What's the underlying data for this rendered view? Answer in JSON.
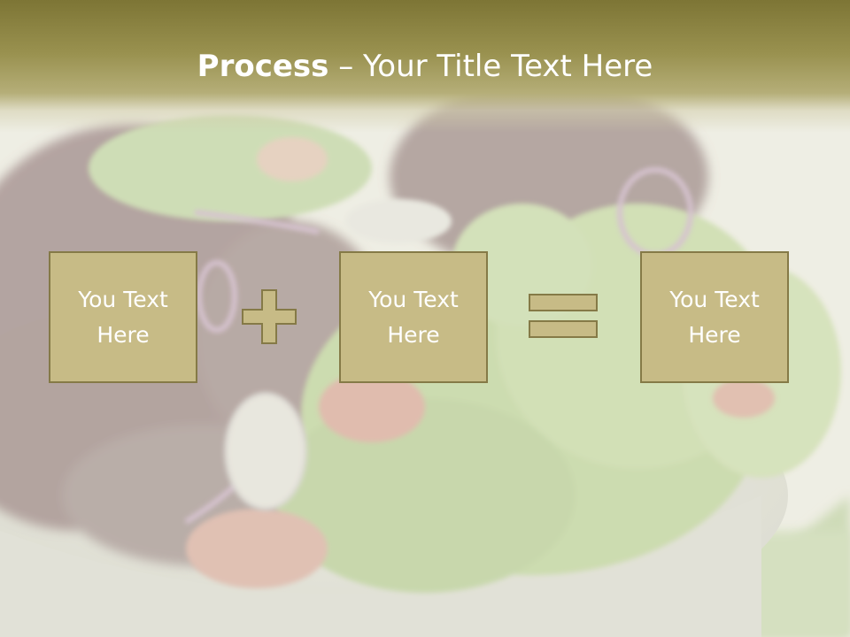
{
  "title": {
    "bold": "Process",
    "dash": " – ",
    "rest": "Your Title Text Here"
  },
  "boxes": [
    {
      "text": "You Text Here"
    },
    {
      "text": "You Text Here"
    },
    {
      "text": "You Text Here"
    }
  ],
  "operators": [
    "plus",
    "equals"
  ],
  "icons": {
    "plus": "plus-icon",
    "equals": "equals-icon"
  },
  "colors": {
    "title_bar": "#8f8744",
    "box_fill": "#c7bb86",
    "box_border": "#857a47",
    "text": "#ffffff"
  }
}
